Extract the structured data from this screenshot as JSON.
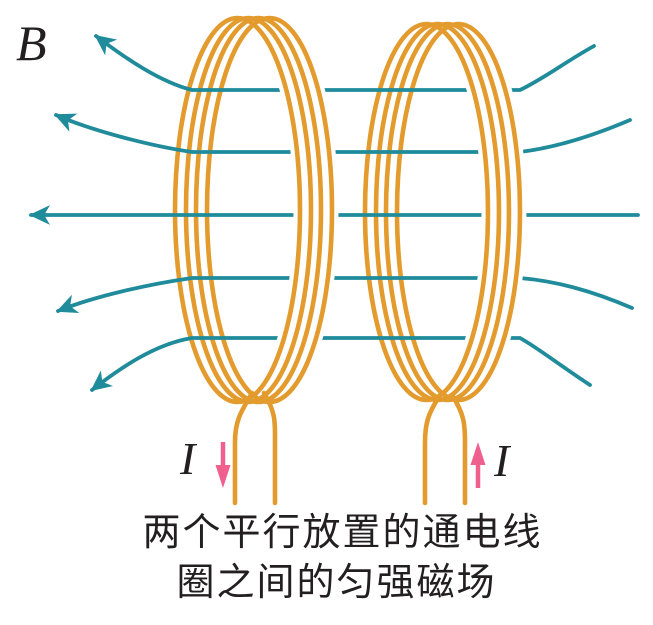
{
  "figure": {
    "field_label": "B",
    "left_coil": {
      "current_label": "I",
      "current_direction": "down"
    },
    "right_coil": {
      "current_label": "I",
      "current_direction": "up"
    },
    "caption": {
      "line1": "两个平行放置的通电线",
      "line2": "圈之间的匀强磁场"
    },
    "colors": {
      "field_line": "#1F8B9B",
      "coil": "#E39B2E",
      "current_arrow": "#F0608F",
      "text": "#231F20"
    },
    "field_line_count": 5,
    "coil_turns_per_coil": 4
  }
}
